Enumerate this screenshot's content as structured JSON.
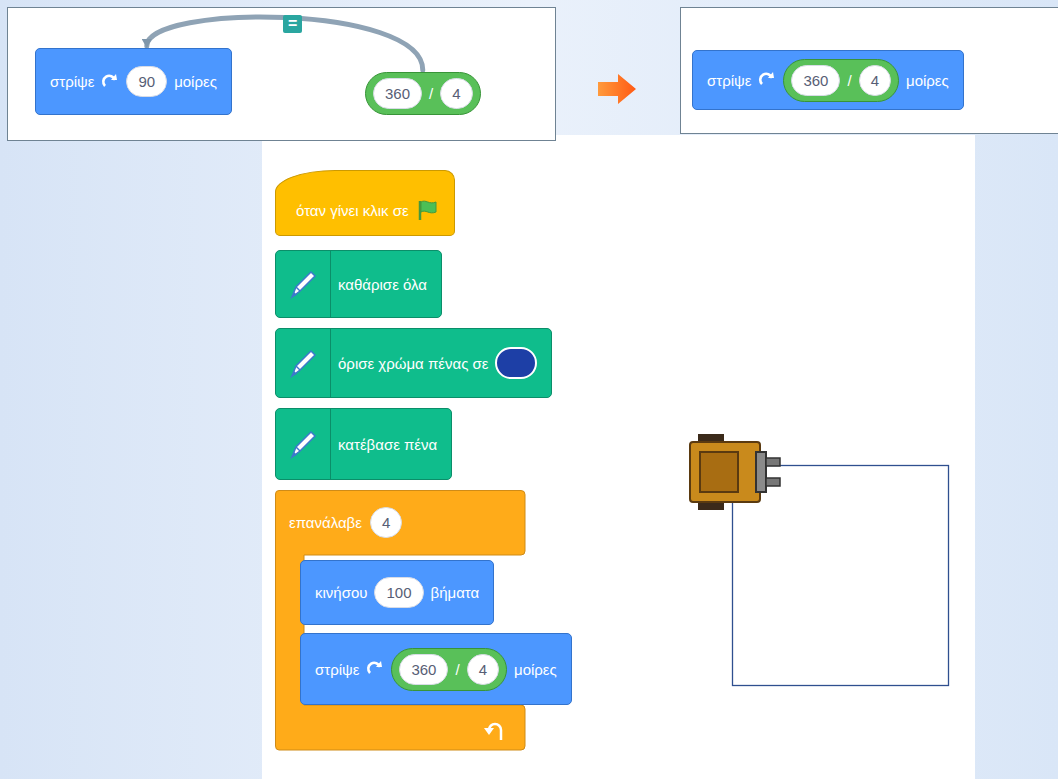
{
  "diagram": {
    "nodes": [
      {
        "text": [
          "στρίψε",
          "90",
          "μοίρες"
        ]
      },
      {
        "text": [
          "360",
          "/",
          "4"
        ]
      },
      {
        "text": [
          "στρίψε",
          "μοίρες"
        ]
      },
      {
        "text": [
          "360",
          "/",
          "4"
        ],
        "in": 2
      },
      {
        "text": [
          "όταν γίνει κλικ σε"
        ]
      },
      {
        "text": [
          "καθάρισε όλα"
        ]
      },
      {
        "text": [
          "όρισε χρώμα πένας σε"
        ]
      },
      {
        "text": [
          "κατέβασε πένα"
        ]
      },
      {
        "text": [
          "επανάλαβε",
          "4"
        ]
      },
      {
        "text": [
          "κινήσου",
          "100",
          "βήματα"
        ],
        "in": 8
      },
      {
        "text": [
          "στρίψε",
          "μοίρες"
        ],
        "in": 8
      },
      {
        "text": [
          "360",
          "/",
          "4"
        ],
        "in": 10
      }
    ],
    "edges": [
      {
        "from": 1,
        "to": 0,
        "arrow": "to",
        "label": "="
      }
    ]
  }
}
